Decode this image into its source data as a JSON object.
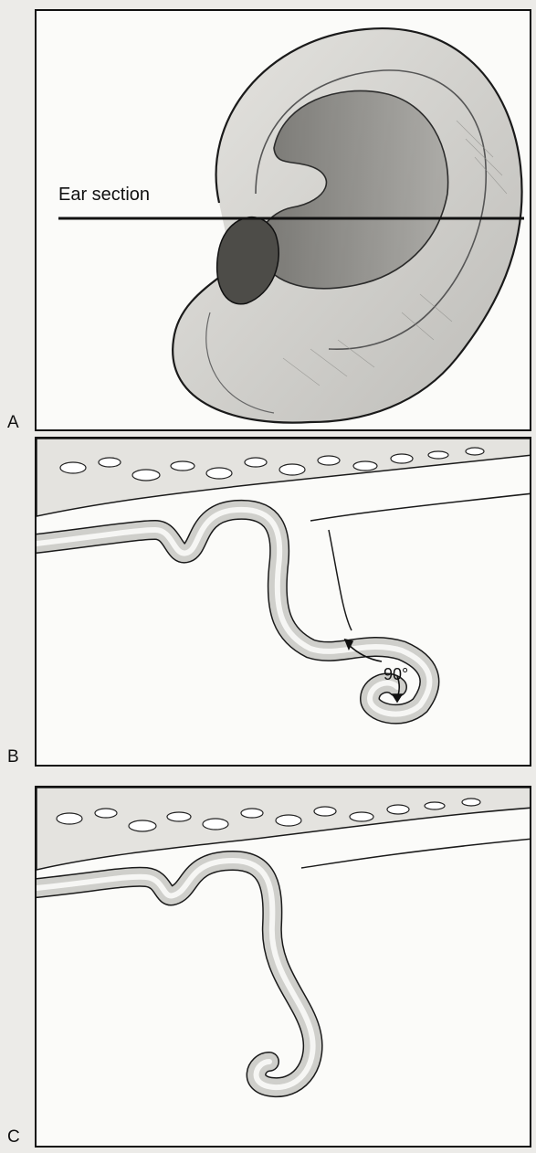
{
  "panels": [
    {
      "label": "A",
      "annotation": "Ear section"
    },
    {
      "label": "B",
      "annotation": "90°"
    },
    {
      "label": "C"
    }
  ],
  "colors": {
    "line": "#1a1a1a",
    "skin": "#f2f1ee",
    "cartilage": "#cfcfcb",
    "shade": "#8c8c88",
    "background": "#ecebe8"
  },
  "icons": [
    "ear-drawing",
    "cartilage-fold-drawing",
    "angle-arrow-icon"
  ]
}
